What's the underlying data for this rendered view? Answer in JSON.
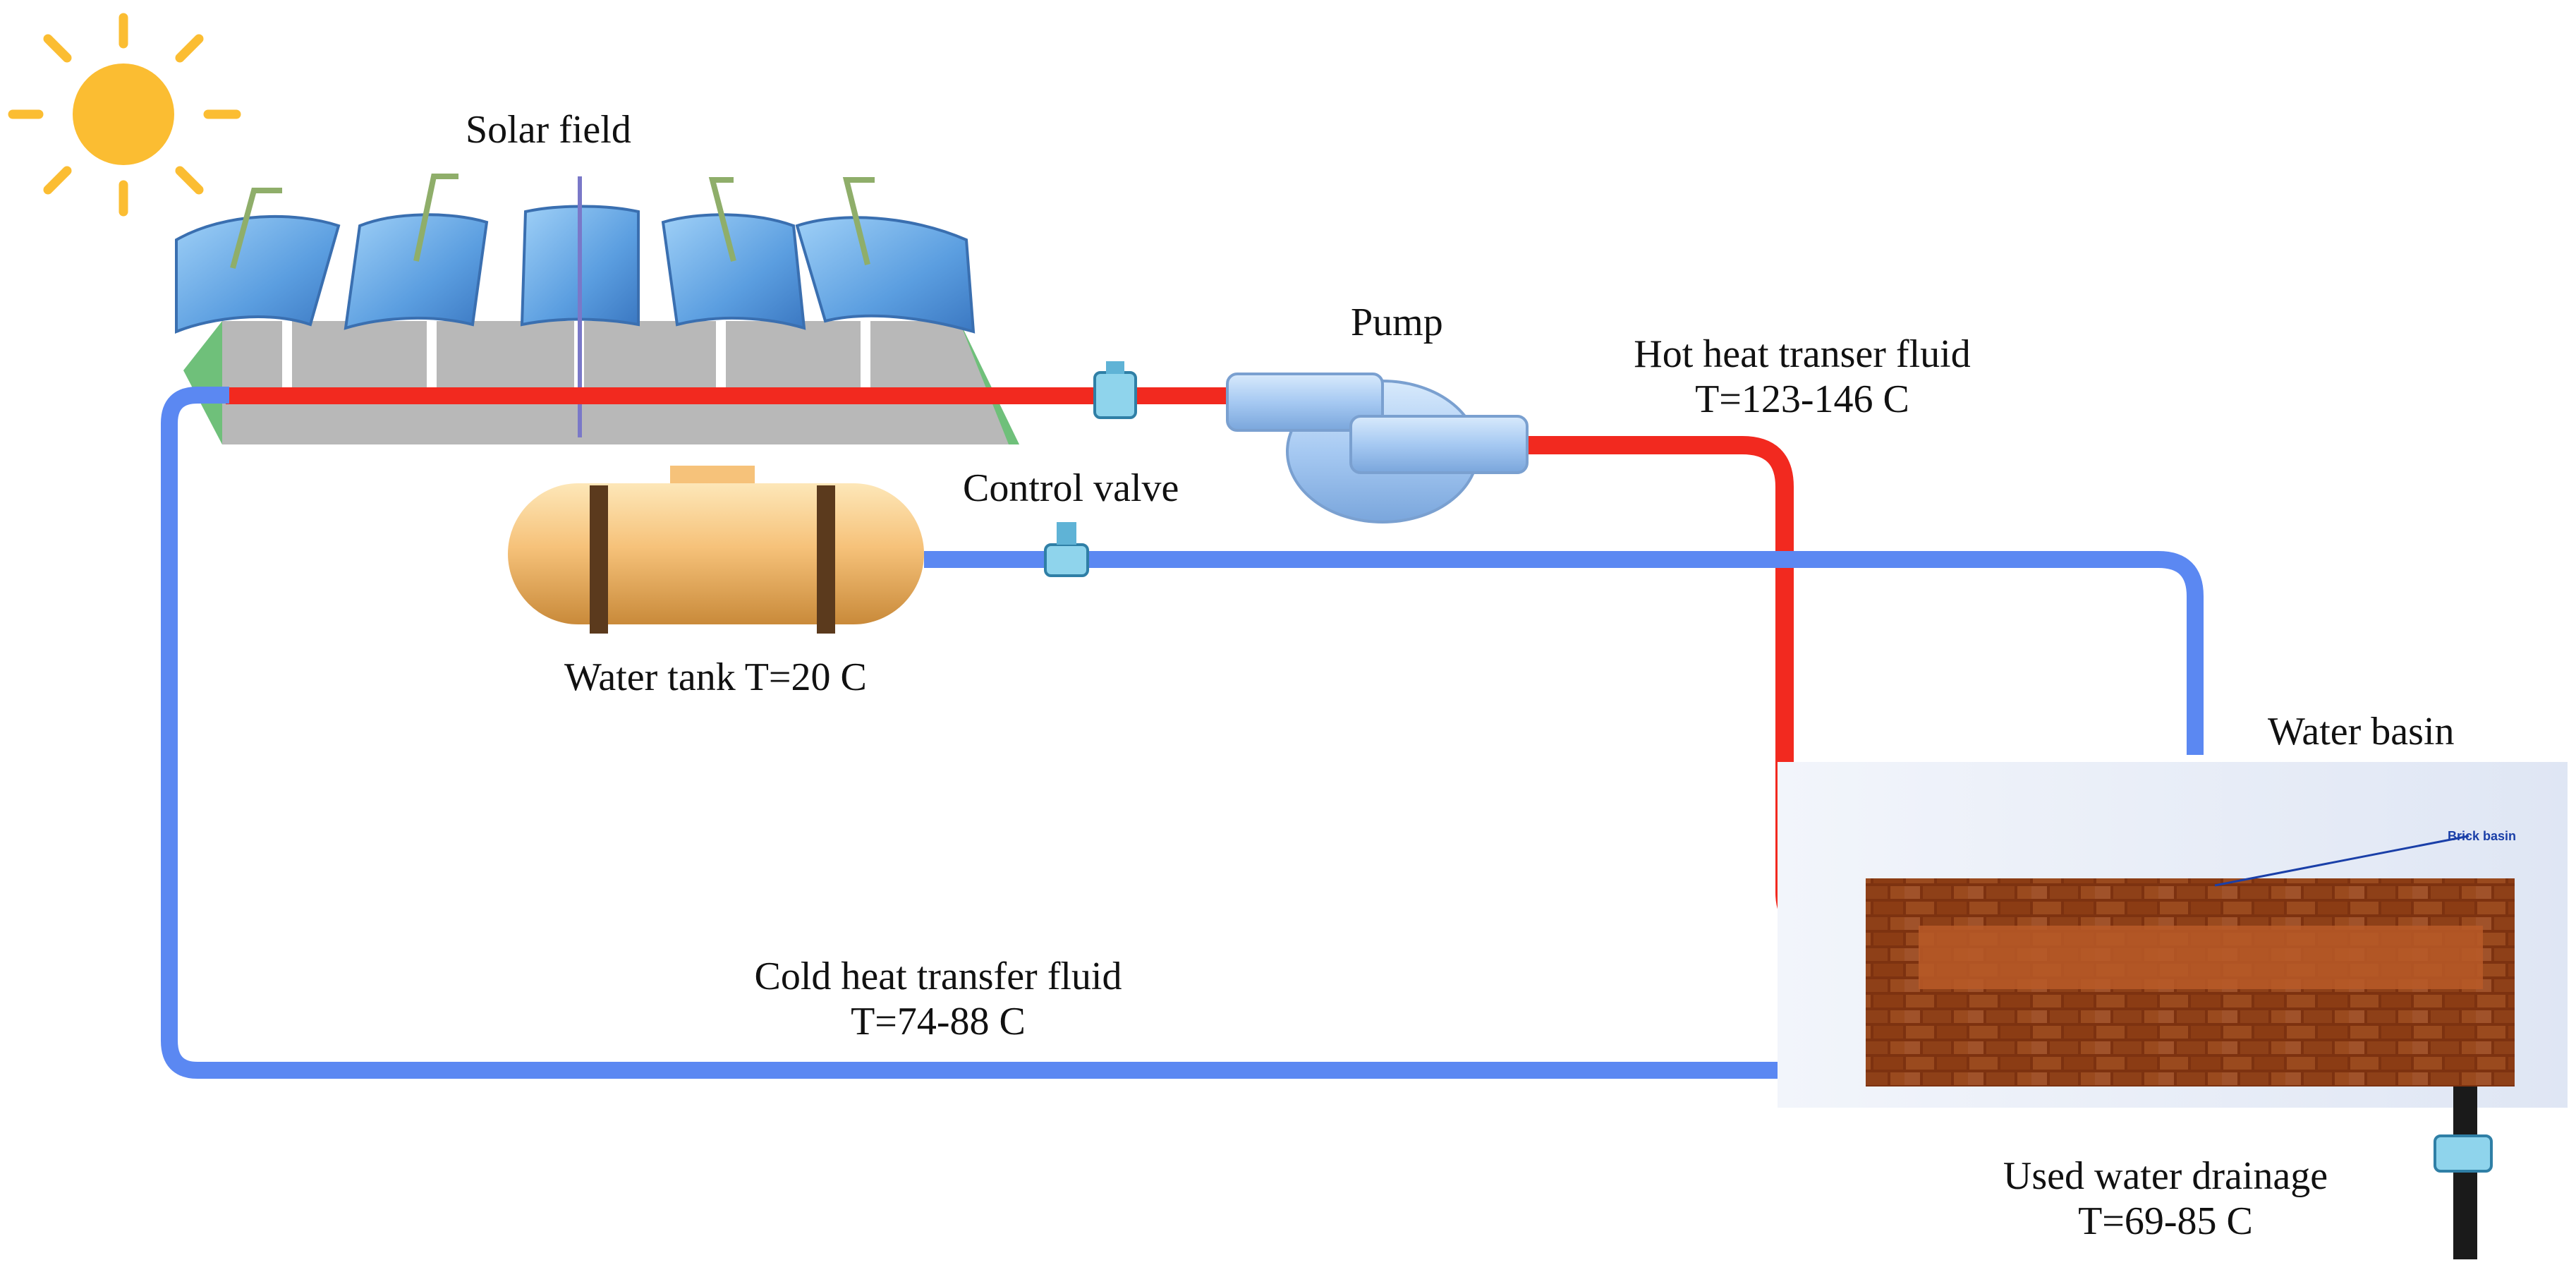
{
  "labels": {
    "solar_field": "Solar  field",
    "pump": "Pump",
    "hot_fluid_title": "Hot heat transer fluid",
    "hot_fluid_temp": "T=123-146 C",
    "control_valve": "Control valve",
    "water_tank": "Water tank T=20 C",
    "water_basin": "Water basin",
    "brick_basin": "Brick basin",
    "cold_fluid_title": "Cold heat transfer fluid",
    "cold_fluid_temp": "T=74-88 C",
    "drainage_title": "Used water drainage",
    "drainage_temp": "T=69-85 C"
  },
  "colors": {
    "hot_pipe": "#f2291f",
    "cold_pipe": "#5b88f2",
    "sun": "#fbbd32",
    "tank": "#f6c27a",
    "brick": "#8a3a16",
    "collector": "#6aa8e8",
    "drain_pipe": "#1a1a1a"
  }
}
